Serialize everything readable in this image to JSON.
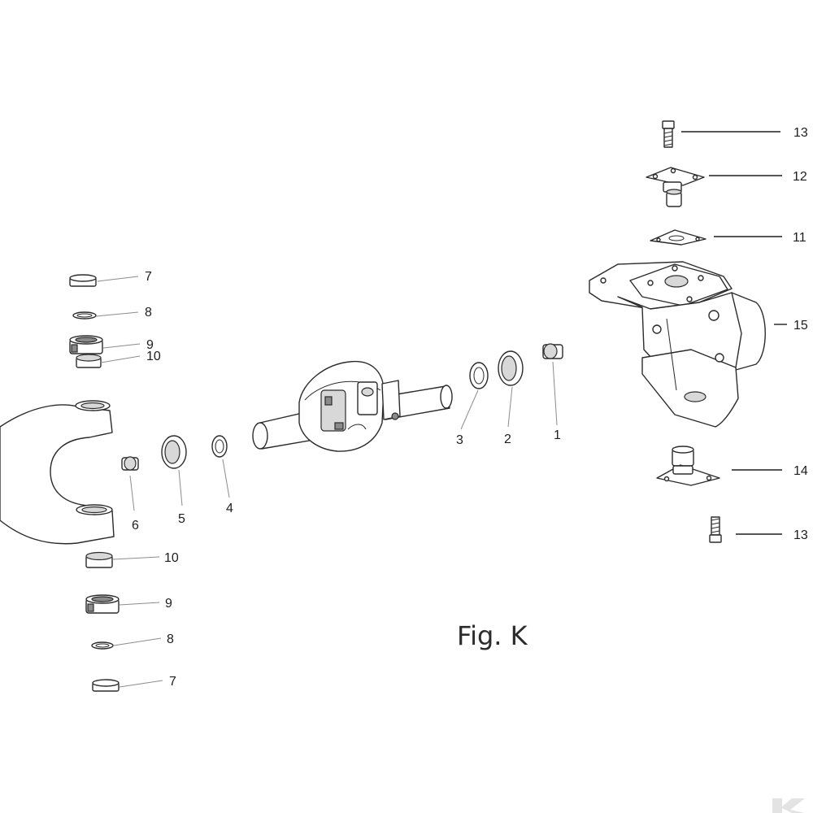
{
  "figure_label": "Fig. K",
  "callouts": {
    "c1": "1",
    "c2": "2",
    "c3": "3",
    "c4": "4",
    "c5": "5",
    "c6": "6",
    "c7a": "7",
    "c8a": "8",
    "c9a": "9",
    "c10a": "10",
    "c10b": "10",
    "c9b": "9",
    "c8b": "8",
    "c7b": "7",
    "c11": "11",
    "c12": "12",
    "c13a": "13",
    "c13b": "13",
    "c14": "14",
    "c15": "15"
  },
  "colors": {
    "line": "#2b2b2b",
    "shade": "#8a8a8a",
    "watermark": "#e3e3e3"
  }
}
